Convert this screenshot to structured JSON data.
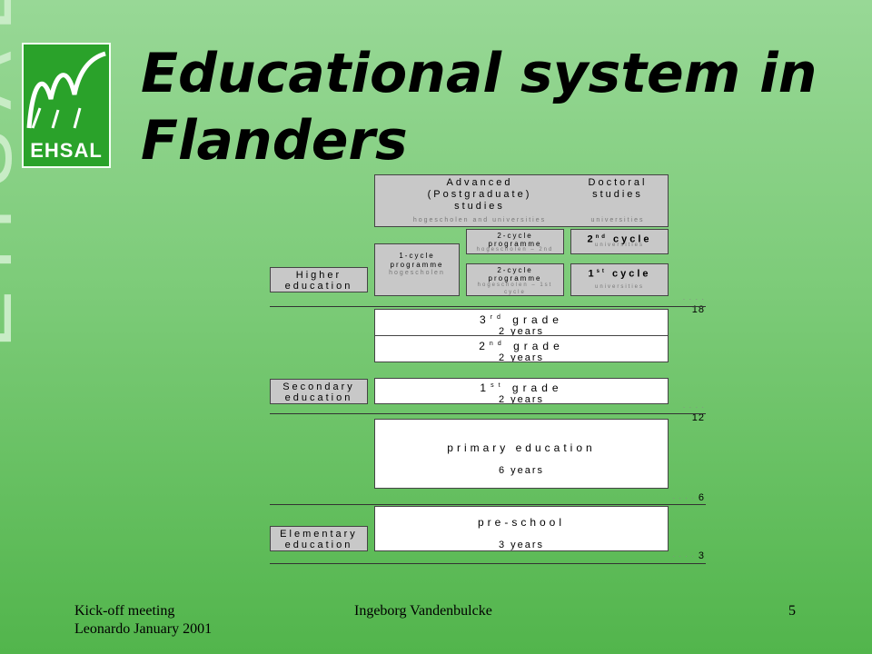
{
  "logo": {
    "text": "EHSAL"
  },
  "side_brand": "EHSAL",
  "title": "Educational system in Flanders",
  "levels": {
    "higher": "Higher education",
    "secondary": "Secondary education",
    "elementary": "Elementary education"
  },
  "boxes": {
    "advanced": {
      "title": "Advanced (Postgraduate) studies",
      "sub": "hogescholen and universities"
    },
    "doctoral": {
      "title": "Doctoral studies",
      "sub": "universities"
    },
    "one_cycle": {
      "title": "1-cycle programme",
      "sub": "hogescholen"
    },
    "two_cycle_2nd": {
      "title": "2-cycle programme",
      "sub": "hogescholen – 2nd"
    },
    "two_cycle_1st": {
      "title": "2-cycle programme",
      "sub": "hogescholen – 1st cycle"
    },
    "cycle_2nd": {
      "title_num": "2",
      "title_sup": "nd",
      "title_rest": "cycle",
      "sub": "universities"
    },
    "cycle_1st": {
      "title_num": "1",
      "title_sup": "st",
      "title_rest": "cycle",
      "sub": "universities"
    },
    "grade_3": {
      "num": "3",
      "sup": "rd",
      "rest": "grade",
      "years": "2 years"
    },
    "grade_2": {
      "num": "2",
      "sup": "nd",
      "rest": "grade",
      "years": "2 years"
    },
    "grade_1": {
      "num": "1",
      "sup": "st",
      "rest": "grade",
      "years": "2 years"
    },
    "primary": {
      "title": "primary education",
      "years": "6 years"
    },
    "preschool": {
      "title": "pre-school",
      "years": "3 years"
    }
  },
  "ages": [
    "18",
    "12",
    "6",
    "3"
  ],
  "footer": {
    "left_line1": "Kick-off meeting",
    "left_line2": "Leonardo January 2001",
    "center": "Ingeborg Vandenbulcke",
    "page": "5"
  },
  "colors": {
    "logo_green": "#2aa22a",
    "level_gray": "#c8c8c8"
  }
}
